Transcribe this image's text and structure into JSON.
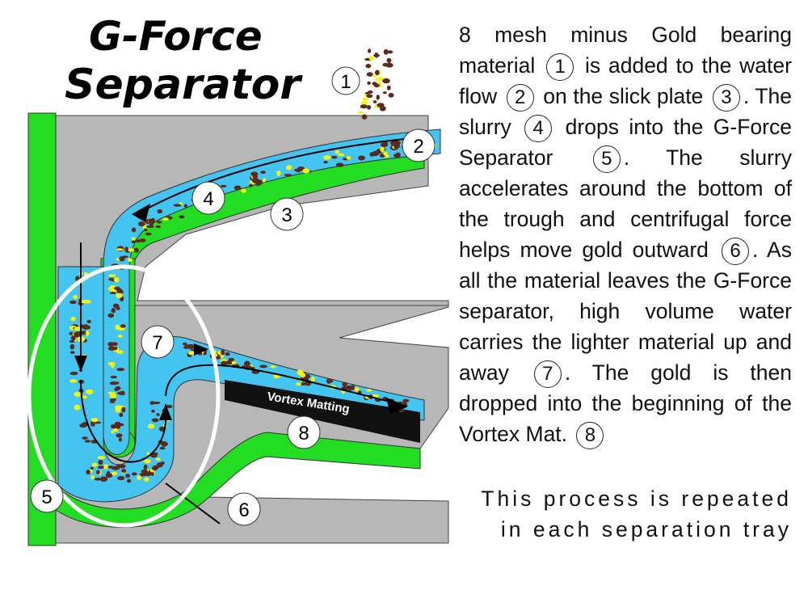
{
  "title": {
    "line1": "G-Force",
    "line2": "Separator"
  },
  "diagram_labels": {
    "n1": "1",
    "n2": "2",
    "n3": "3",
    "n4": "4",
    "n5": "5",
    "n6": "6",
    "n7": "7",
    "n8": "8",
    "vortex_matting": "Vortex Matting"
  },
  "description": {
    "s1": "8 mesh minus Gold bearing material",
    "s2": "is added to the water flow",
    "s3": "on the slick plate",
    "s4": ". The slurry",
    "s5": "drops into the G-Force Separator",
    "s6": ". The slurry accelerates around the bottom of the trough and centrifugal force helps move gold outward",
    "s7": ". As all the material leaves the G-Force separator, high volume water carries the lighter material up and away",
    "s8": ". The gold is then dropped into the beginning of the Vortex Mat.",
    "c1": "1",
    "c2": "2",
    "c3": "3",
    "c4": "4",
    "c5": "5",
    "c6": "6",
    "c7": "7",
    "c8": "8"
  },
  "footer": {
    "line1": "This process is repeated",
    "line2": "in each separation tray"
  },
  "colors": {
    "green": "#22dd22",
    "water": "#44c4f0",
    "gray": "#b7b7b7",
    "gold": "#f5f500",
    "rock": "#5a2a1c"
  }
}
